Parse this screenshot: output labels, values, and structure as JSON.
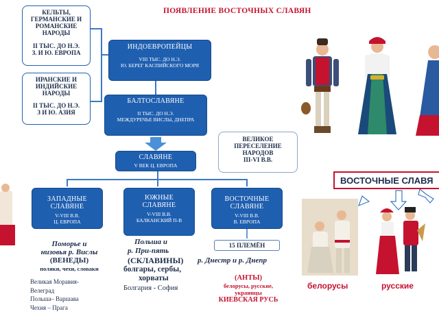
{
  "title": "ПОЯВЛЕНИЕ ВОСТОЧНЫХ СЛАВЯН",
  "left_boxes": [
    {
      "heading": "КЕЛЬТЫ, ГЕРМАНСКИЕ И РОМАНСКИЕ НАРОДЫ",
      "date": "II ТЫС. ДО Н.Э.",
      "region": "З. И Ю. ЕВРОПА"
    },
    {
      "heading": "ИРАНСКИЕ И ИНДИЙСКИЕ НАРОДЫ",
      "date": "II ТЫС. ДО Н.Э.",
      "region": "З И Ю. АЗИЯ"
    }
  ],
  "indo": {
    "title": "ИНДОЕВРОПЕЙЦЫ",
    "date": "VIII ТЫС. ДО Н.Э.",
    "region": "Ю. БЕРЕГ КАСПИЙСКОГО МОРЯ"
  },
  "balto": {
    "title": "БАЛТОСЛАВЯНЕ",
    "date": "II ТЫС. ДО Н.Э.",
    "region": "МЕЖДУРЕЧЬЕ ВИСЛЫ, ДНЕПРА"
  },
  "slavs": {
    "title": "СЛАВЯНЕ",
    "sub": "V ВЕК Ц. ЕВРОПА"
  },
  "migration": {
    "line1": "ВЕЛИКОЕ",
    "line2": "ПЕРЕСЕЛЕНИЕ",
    "line3": "НАРОДОВ",
    "line4": "III-VI В.В."
  },
  "west": {
    "title1": "ЗАПАДНЫЕ",
    "title2": "СЛАВЯНЕ",
    "date": "V-VIII В.В.",
    "region": "Ц. ЕВРОПА"
  },
  "south": {
    "title1": "ЮЖНЫЕ",
    "title2": "СЛАВЯНЕ",
    "date": "V-VIII В.В.",
    "region": "БАЛКАНСКИЙ П-В"
  },
  "east": {
    "title1": "ВОСТОЧНЫЕ",
    "title2": "СЛАВЯНЕ",
    "date": "V-VIII В.В.",
    "region": "В. ЕВРОПА"
  },
  "west_text": {
    "l1": "Поморье и",
    "l2": "низовья р. Вислы",
    "l3": "(ВЕНЕДЫ)",
    "l4": "поляки, чехи, словаки",
    "l5": "Великая Моравия-",
    "l6": "Велеград",
    "l7": "Польша– Варшава",
    "l8": "Чехия – Прага"
  },
  "south_text": {
    "l1": "Польша и",
    "l2": "р. При-пять",
    "l3": "(СКЛАВИНЫ)",
    "l4": "болгары, сербы,",
    "l5": "хорваты",
    "l6": "Болгария - София"
  },
  "east_text": {
    "tribes": "15 ПЛЕМЁН",
    "rivers": "р. Днестр и р. Днепр",
    "antes": "(АНТЫ)",
    "peoples1": "белорусы, русские,",
    "peoples2": "украинцы",
    "rus": "КИЕВСКАЯ РУСЬ"
  },
  "right": {
    "banner": "ВОСТОЧНЫЕ СЛАВЯ",
    "label_by": "белорусы",
    "label_ru": "русские"
  },
  "colors": {
    "blue": "#1f5fb0",
    "red": "#c4122f",
    "navy": "#1c2c4a"
  }
}
